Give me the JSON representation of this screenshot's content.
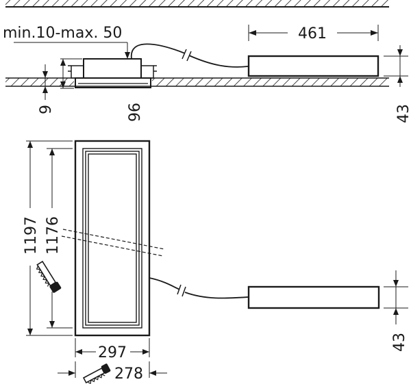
{
  "labels": {
    "depth_range": "min.10-max. 50",
    "driver_length": "461",
    "ceiling_thickness": "9",
    "housing_height": "96",
    "driver_height_top": "43",
    "outer_length": "1197",
    "inner_length": "1176",
    "outer_width": "297",
    "cutout_width": "278",
    "driver_height_bottom": "43"
  },
  "icons": [
    "saw-icon",
    "saw-icon"
  ],
  "colors": {
    "ink": "#1a1a1a",
    "background": "#ffffff"
  }
}
